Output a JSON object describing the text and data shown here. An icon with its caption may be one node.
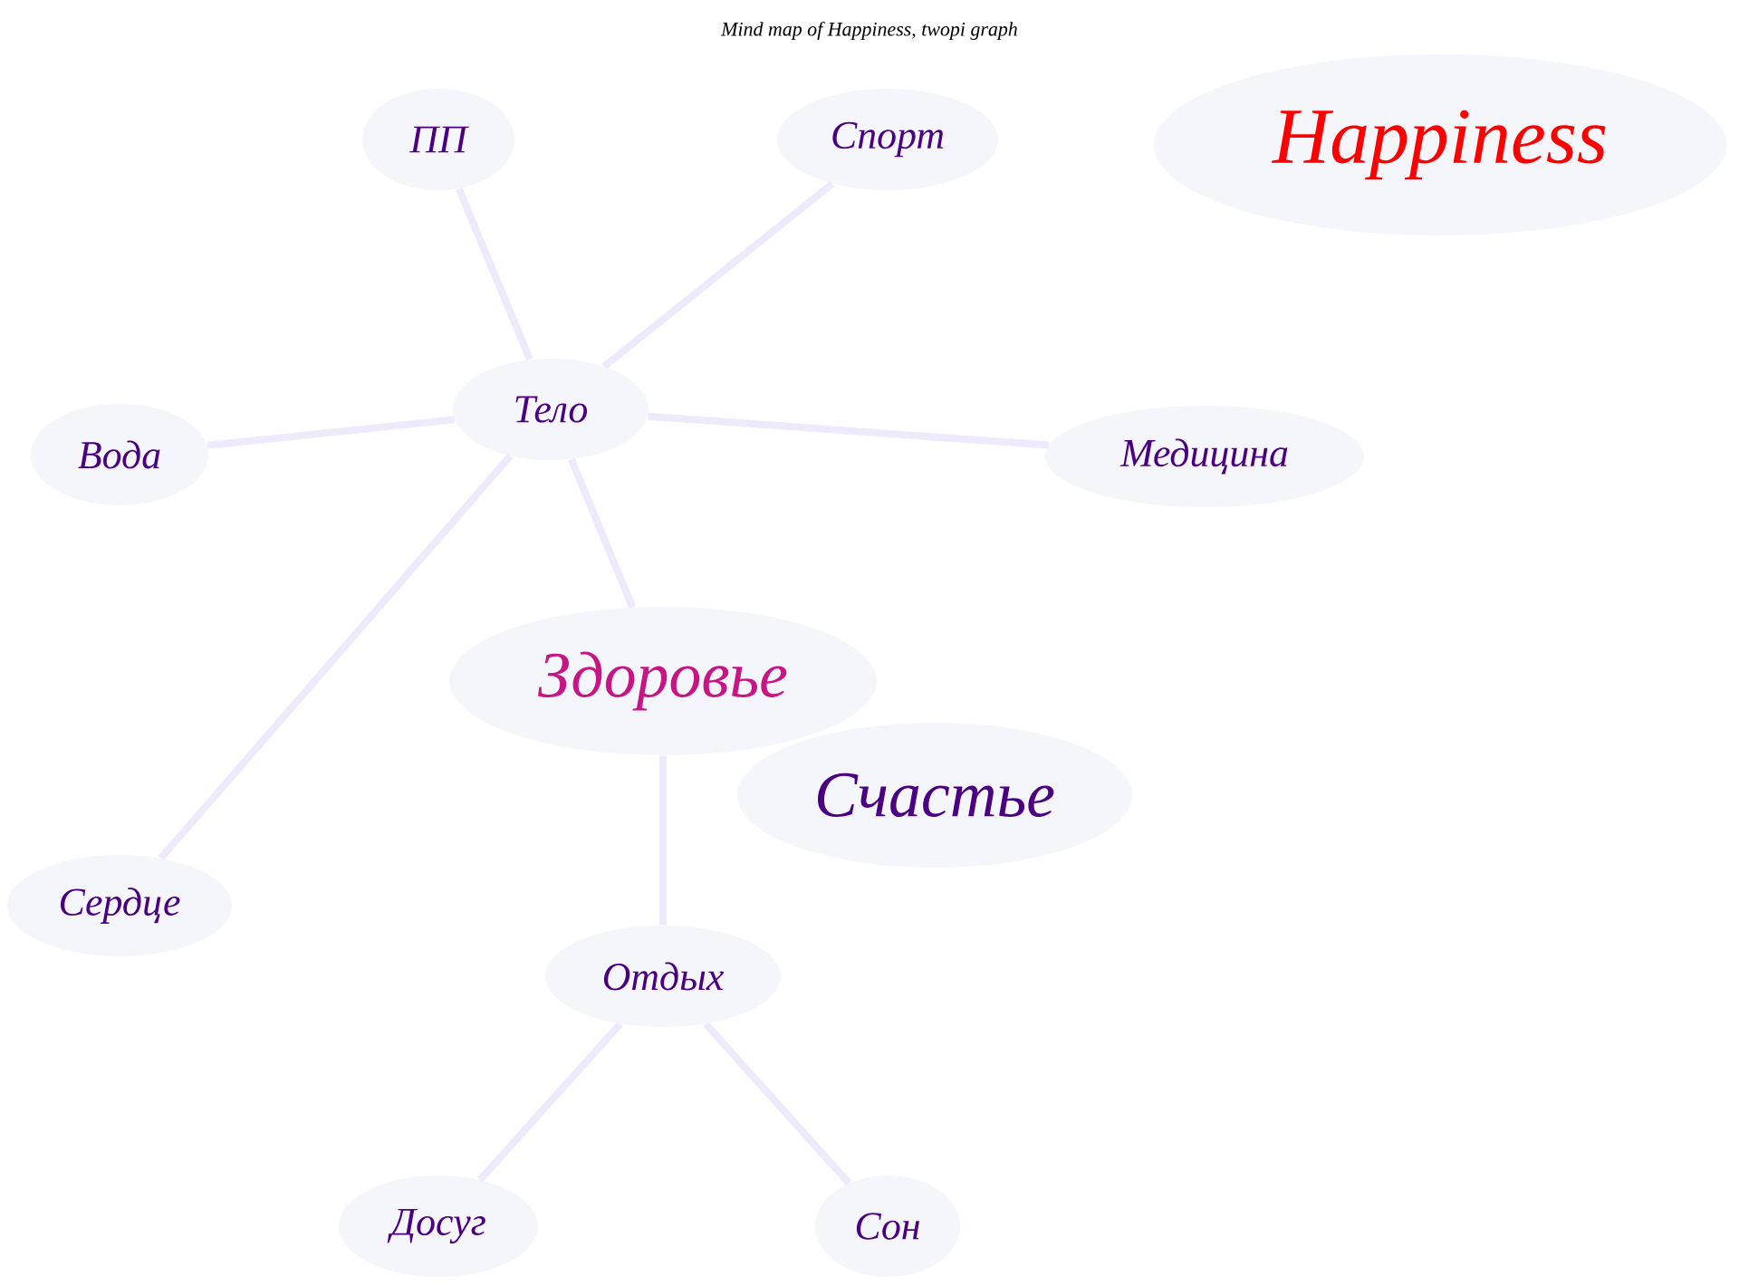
{
  "diagram": {
    "title": "Mind map of Happiness, twopi graph",
    "nodes": [
      {
        "text": [
          "Happiness"
        ]
      },
      {
        "text": [
          "Счастье"
        ]
      },
      {
        "text": [
          "Здоровье"
        ]
      },
      {
        "text": [
          "Тело"
        ]
      },
      {
        "text": [
          "ПП"
        ]
      },
      {
        "text": [
          "Спорт"
        ]
      },
      {
        "text": [
          "Вода"
        ]
      },
      {
        "text": [
          "Медицина"
        ]
      },
      {
        "text": [
          "Сердце"
        ]
      },
      {
        "text": [
          "Отдых"
        ]
      },
      {
        "text": [
          "Досуг"
        ]
      },
      {
        "text": [
          "Сон"
        ]
      }
    ],
    "edges": [
      {
        "from": 2,
        "to": 3,
        "arrow": "none"
      },
      {
        "from": 3,
        "to": 4,
        "arrow": "none"
      },
      {
        "from": 3,
        "to": 5,
        "arrow": "none"
      },
      {
        "from": 3,
        "to": 6,
        "arrow": "none"
      },
      {
        "from": 3,
        "to": 7,
        "arrow": "none"
      },
      {
        "from": 3,
        "to": 8,
        "arrow": "none"
      },
      {
        "from": 2,
        "to": 9,
        "arrow": "none"
      },
      {
        "from": 9,
        "to": 10,
        "arrow": "none"
      },
      {
        "from": 9,
        "to": 11,
        "arrow": "none"
      }
    ]
  }
}
